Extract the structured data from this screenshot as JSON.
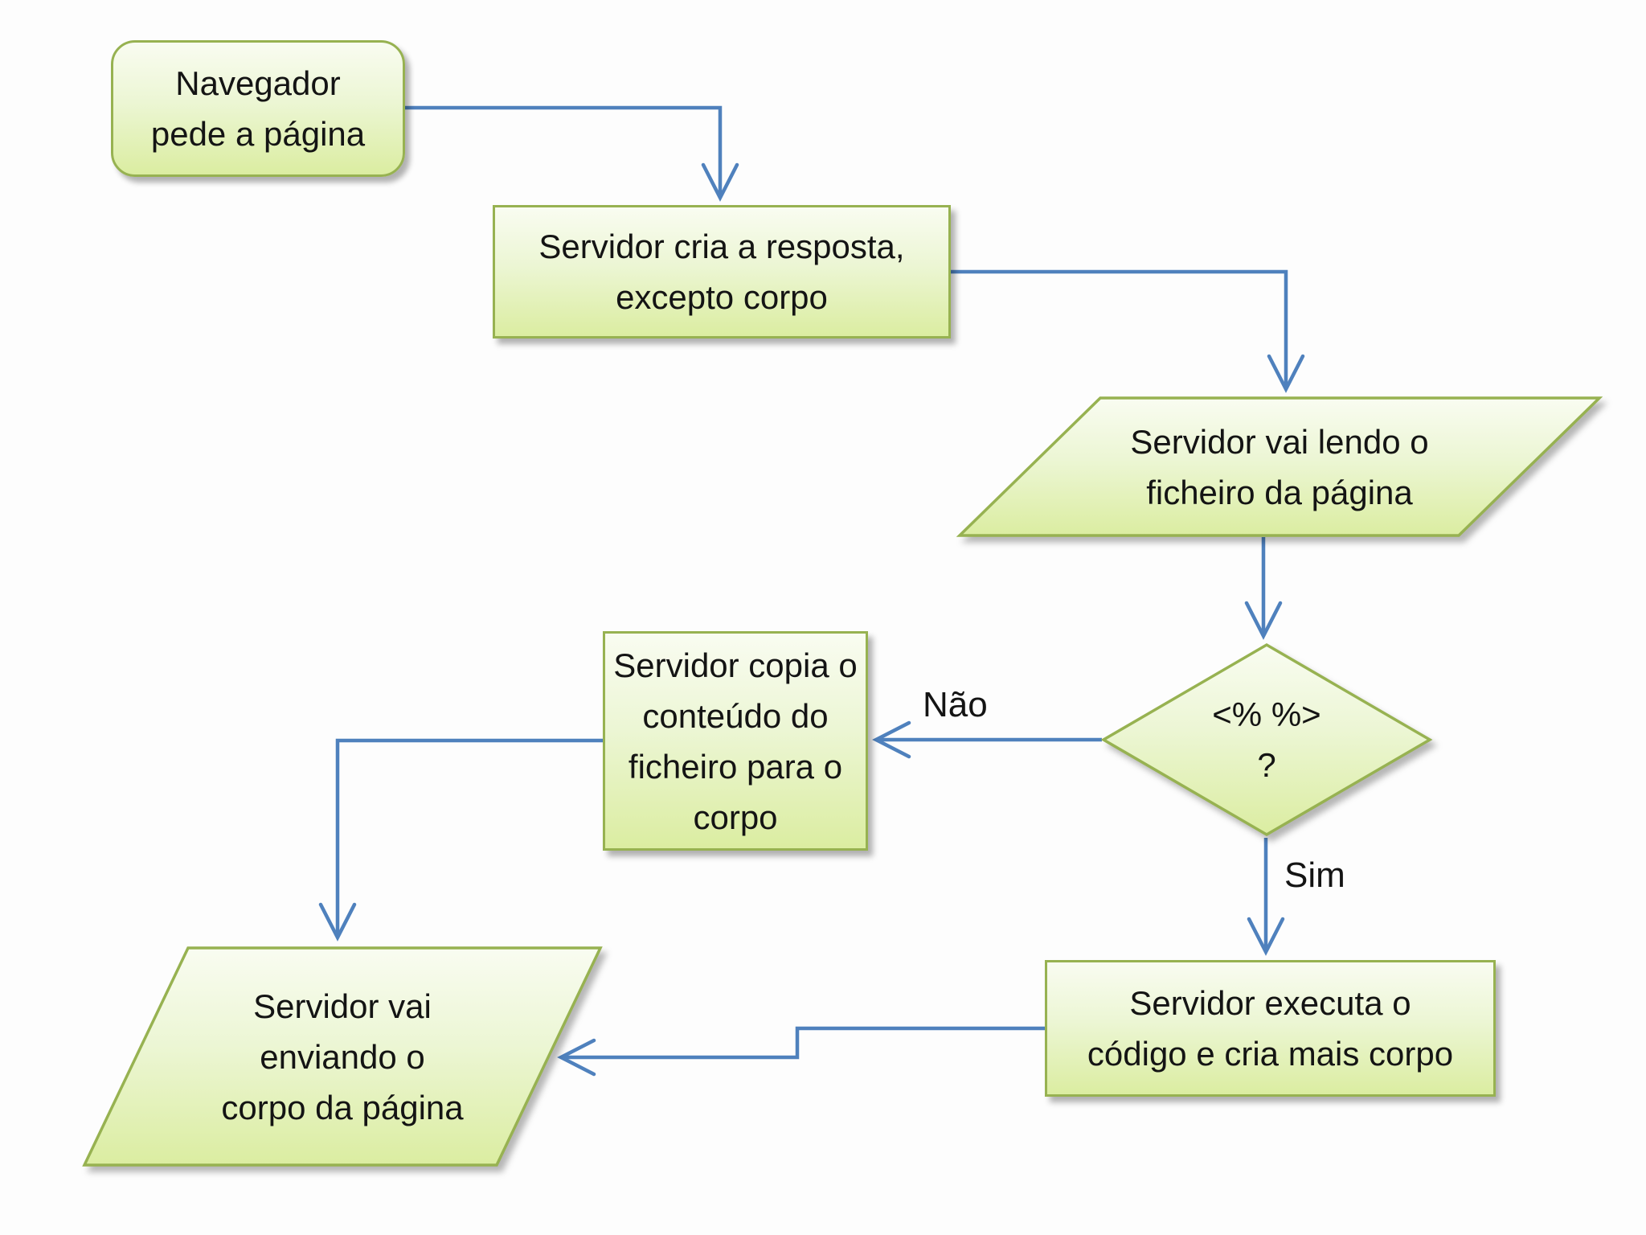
{
  "colors": {
    "arrow": "#4f81bd",
    "shape_border": "#97b251",
    "shape_fill_top": "#f9fcf1",
    "shape_fill_mid": "#ecf6d4",
    "shape_fill_bottom": "#dbeda1",
    "text": "#141414",
    "background": "#fdfdfd"
  },
  "nodes": {
    "start": {
      "shape": "rounded-rectangle",
      "lines": [
        "Navegador",
        "pede a página"
      ]
    },
    "create_response": {
      "shape": "rectangle",
      "lines": [
        "Servidor cria a resposta,",
        "excepto corpo"
      ]
    },
    "read_file": {
      "shape": "parallelogram",
      "lines": [
        "Servidor vai lendo o",
        "ficheiro da página"
      ]
    },
    "decision": {
      "shape": "diamond",
      "lines": [
        "<% %>",
        "?"
      ]
    },
    "copy_content": {
      "shape": "rectangle",
      "lines": [
        "Servidor copia o",
        "conteúdo do",
        "ficheiro para o",
        "corpo"
      ]
    },
    "execute_code": {
      "shape": "rectangle",
      "lines": [
        "Servidor executa o",
        "código e cria mais corpo"
      ]
    },
    "send_body": {
      "shape": "parallelogram",
      "lines": [
        "Servidor vai",
        "enviando o",
        "corpo da página"
      ]
    }
  },
  "edges": [
    {
      "from": "start",
      "to": "create_response",
      "label": ""
    },
    {
      "from": "create_response",
      "to": "read_file",
      "label": ""
    },
    {
      "from": "read_file",
      "to": "decision",
      "label": ""
    },
    {
      "from": "decision",
      "to": "copy_content",
      "label": "Não"
    },
    {
      "from": "decision",
      "to": "execute_code",
      "label": "Sim"
    },
    {
      "from": "copy_content",
      "to": "send_body",
      "label": ""
    },
    {
      "from": "execute_code",
      "to": "send_body",
      "label": ""
    }
  ]
}
